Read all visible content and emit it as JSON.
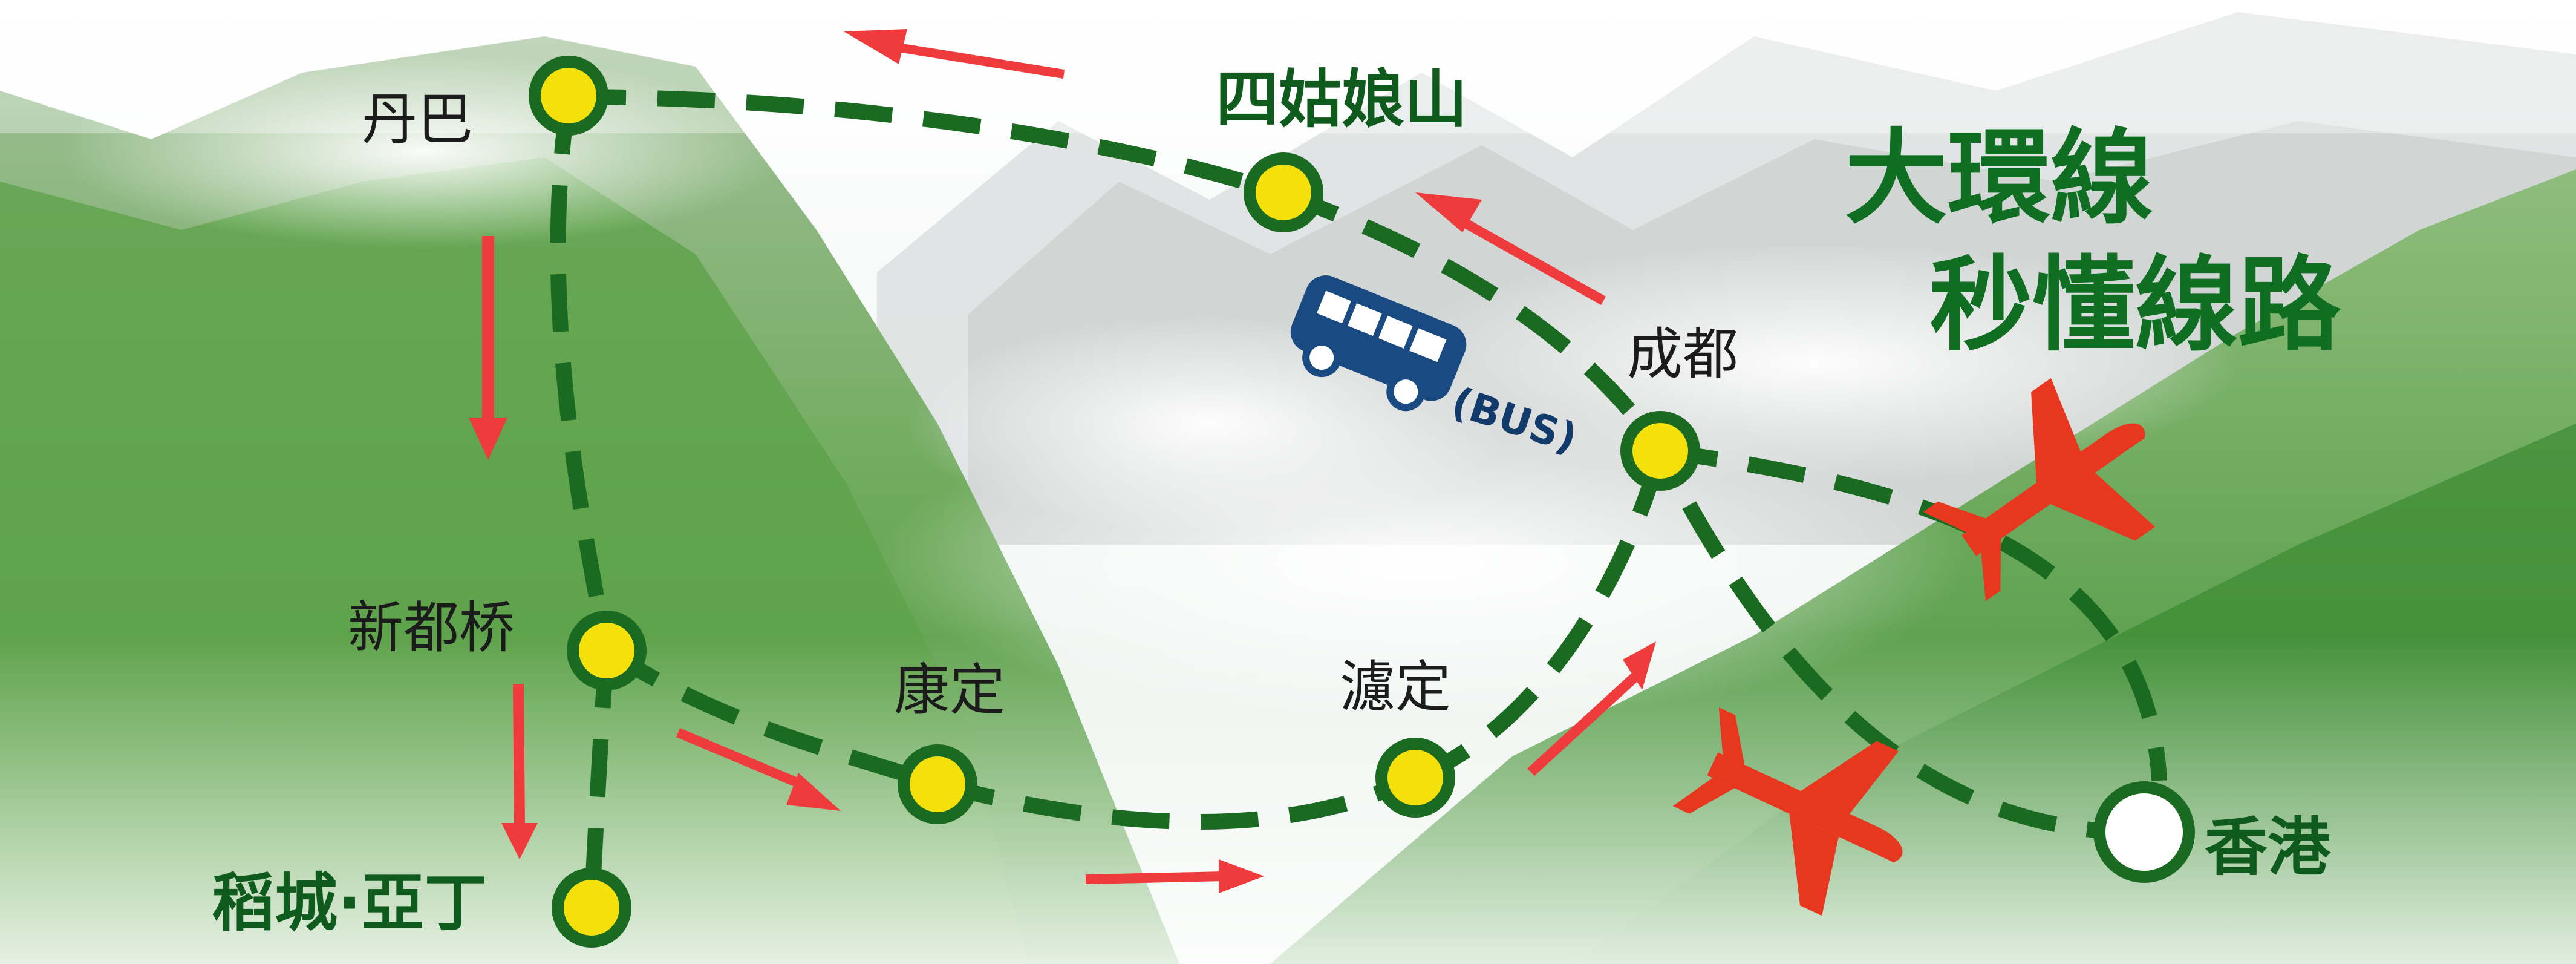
{
  "title": {
    "line1": "大環線",
    "line2": "秒懂線路"
  },
  "stations": {
    "danba": "丹巴",
    "siguniangshan": "四姑娘山",
    "chengdu": "成都",
    "xinduqiao": "新都桥",
    "kangding": "康定",
    "luding": "濾定",
    "daocheng_yading": "稻城·亞丁",
    "hongkong": "香港"
  },
  "transport": {
    "bus_label": "(BUS)",
    "bus_icon": "bus-icon",
    "plane_icon": "airplane-icon"
  },
  "colors": {
    "route_line": "#1b6a21",
    "station_fill": "#f4e10c",
    "station_ring": "#1b6a21",
    "start_fill": "#ffffff",
    "arrow": "#ef3b3b",
    "plane": "#e8371f",
    "bus": "#1a4a82",
    "title": "#0f6e22"
  }
}
